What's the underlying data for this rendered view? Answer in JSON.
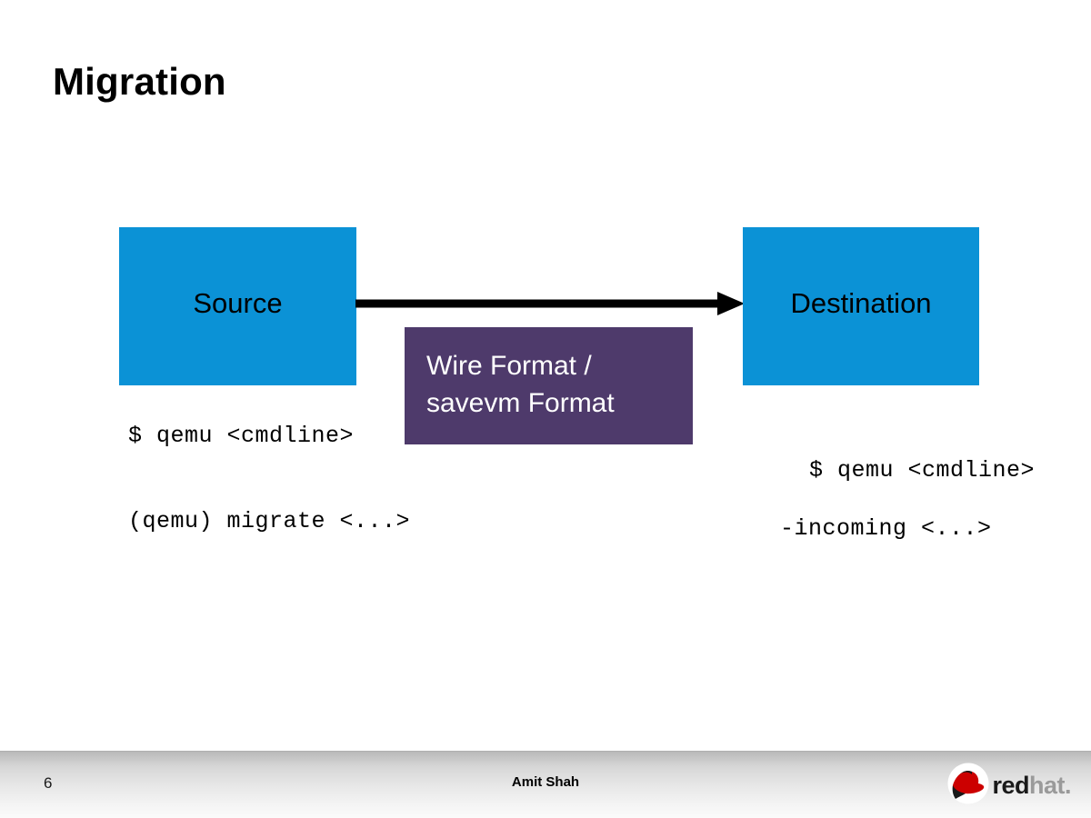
{
  "slide": {
    "title": "Migration",
    "background_color": "#ffffff"
  },
  "diagram": {
    "node_color": "#0b92d6",
    "wire_box_color": "#4e3a6b",
    "arrow_color": "#000000",
    "source": {
      "label": "Source",
      "commands": [
        "$ qemu <cmdline>",
        "(qemu) migrate <...>"
      ]
    },
    "destination": {
      "label": "Destination",
      "command_line_1": "$ qemu <cmdline>",
      "command_line_2": "-incoming <...>"
    },
    "wire_format": {
      "line1": "Wire Format /",
      "line2": "savevm Format"
    },
    "arrow_name": "arrow-right-icon"
  },
  "footer": {
    "page_number": "6",
    "author": "Amit Shah",
    "logo": {
      "word_red": "red",
      "word_hat": "hat",
      "dot": ".",
      "hat_color": "#cc0000"
    }
  }
}
